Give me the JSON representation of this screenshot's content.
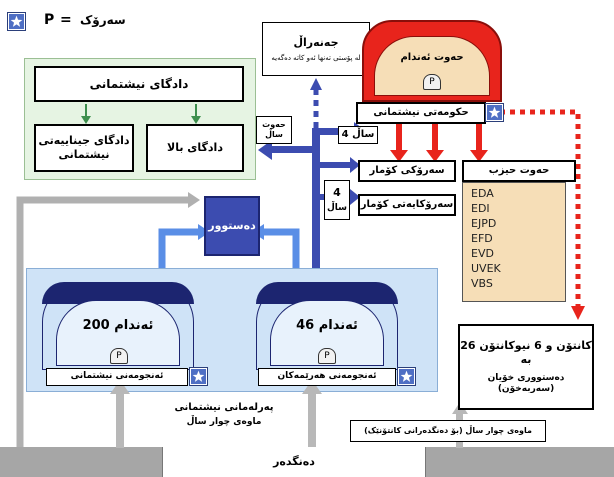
{
  "legend": {
    "letter": "P",
    "equals": "=",
    "label": "سەرۆک"
  },
  "courts": {
    "supreme": "دادگای نیشتمانی",
    "constitutional": "دادگای جیناییەتی نیشتمانی",
    "high": "دادگای بالا"
  },
  "president_term": {
    "main": "جەنەراڵ",
    "sub": "لە پۆستی تەنها ئەو کاتە دەگەیە"
  },
  "council": {
    "title": "حەوت ئەندام",
    "label": "حکومەتی نیشتمانی"
  },
  "term_labels": {
    "four_years_a": "4 ساڵ",
    "seven_top": "حەوت",
    "seven_bottom": "ساڵ",
    "four_top": "4",
    "four_bottom": "ساڵ"
  },
  "presidency": {
    "president": "سەرۆکی کۆمار",
    "vice": "سەرۆکایەتی کۆمار"
  },
  "parties": {
    "title": "حەوت حیزب",
    "items": [
      "EDA",
      "EDI",
      "EJPD",
      "EFD",
      "EVD",
      "UVEK",
      "VBS"
    ]
  },
  "constitution": "دەستوور",
  "chamber_a": {
    "count": "200 ئەندام",
    "label": "ئەنجومەنی نیشتمانی"
  },
  "chamber_b": {
    "count": "46 ئەندام",
    "label": "ئەنجومەنی هەرێمەکان"
  },
  "parliament": {
    "line1": "پەرلەمانی نیشتمانی",
    "line2": "ماوەی چوار ساڵ"
  },
  "cantons": {
    "line1": "26 کانتۆن و 6 نیوکانتۆن بە",
    "line2": "دەستووری خۆیان (سەربەخۆن)"
  },
  "cantons_term": "ماوەی چوار ساڵ (بۆ دەنگدەرانی کانتۆنێک)",
  "voters": "دەنگدەر",
  "p": "P",
  "colors": {
    "blue": "#3c4cb0",
    "light_blue": "#cfe3f7",
    "red": "#e8241c",
    "green": "#e6f4e3",
    "grey": "#a6a6a6",
    "orange": "#f6deb7"
  }
}
